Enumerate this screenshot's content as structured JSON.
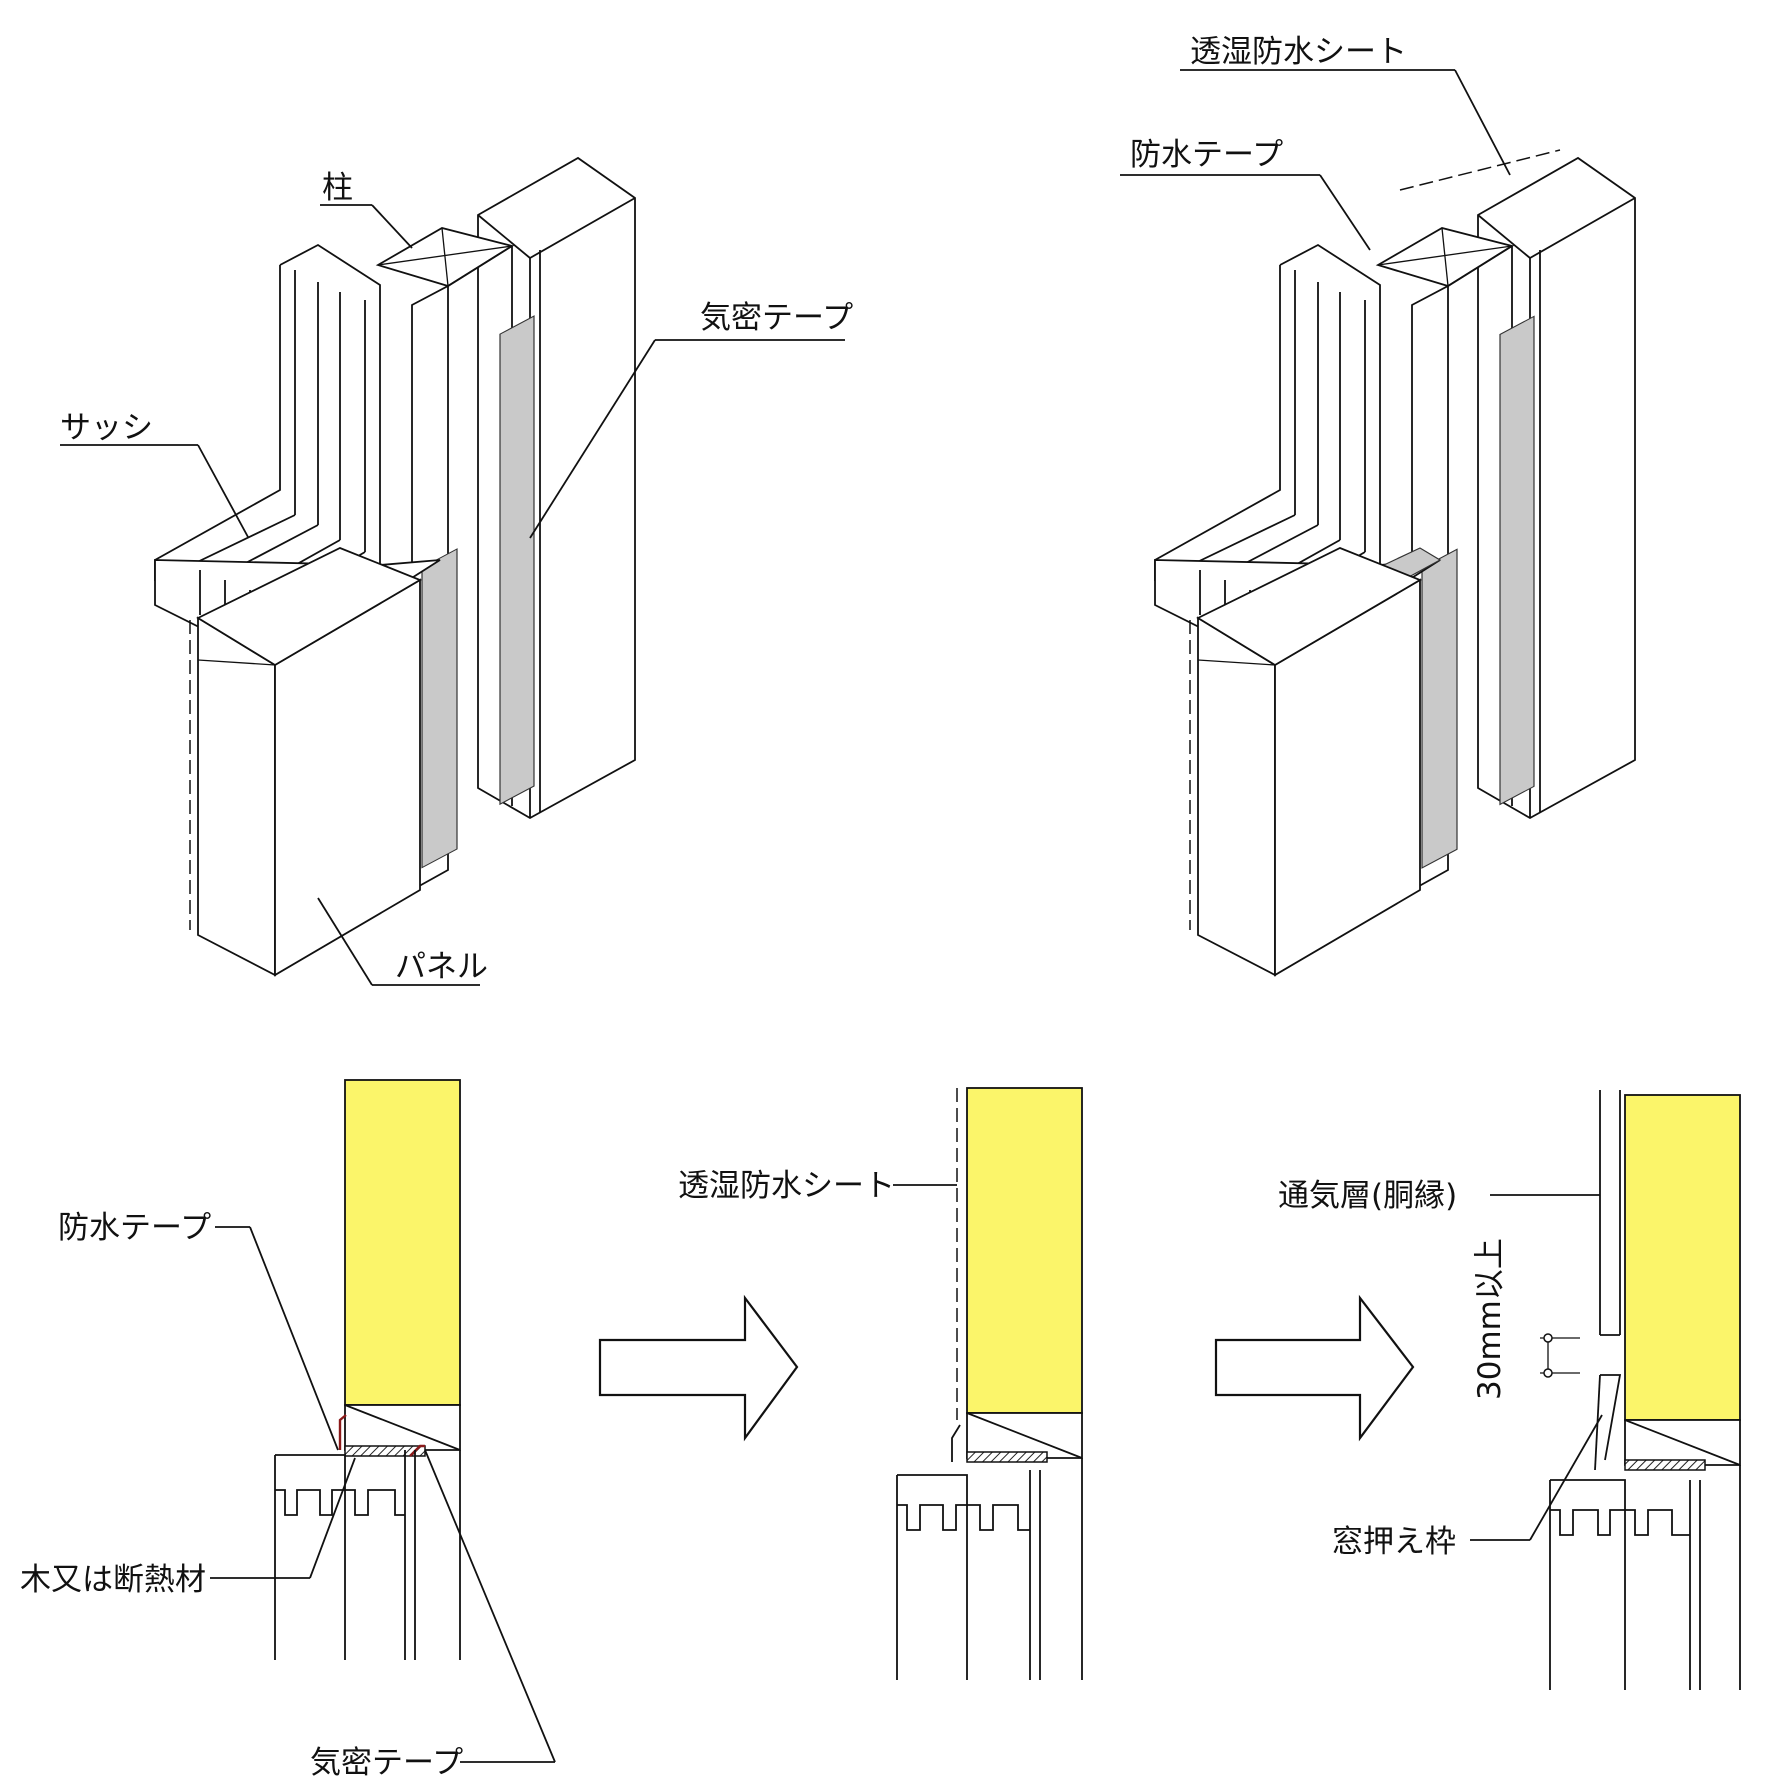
{
  "labels": {
    "hashira": "柱",
    "kimitsu_tape_top": "気密テープ",
    "sash": "サッシ",
    "panel": "パネル",
    "toushitsu_top": "透湿防水シート",
    "bousui_top": "防水テープ",
    "bousui_bottom": "防水テープ",
    "wood_or_insulation": "木又は断熱材",
    "kimitsu_tape_bottom": "気密テープ",
    "toushitsu_bottom": "透湿防水シート",
    "tsuuki": "通気層(胴縁)",
    "dimension": "30mm以上",
    "madooshie": "窓押え枠"
  },
  "colors": {
    "insulation": "#fbf56a",
    "tape": "#c9c9c9",
    "line": "#111111",
    "waterproof_tape": "#8b1a1a"
  }
}
